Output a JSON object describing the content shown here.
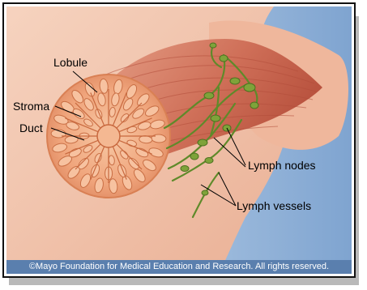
{
  "labels": {
    "lobule": "Lobule",
    "stroma": "Stroma",
    "duct": "Duct",
    "lymph_nodes": "Lymph nodes",
    "lymph_vessels": "Lymph vessels"
  },
  "copyright": "©Mayo Foundation for Medical Education and Research.  All rights reserved.",
  "colors": {
    "skin": "#f2c4aa",
    "muscle": "#d9806a",
    "gland": "#f0a57c",
    "lymph": "#6b8f2e",
    "background_blue": "#8fb0d6",
    "copyright_bar": "#5a7fae"
  }
}
